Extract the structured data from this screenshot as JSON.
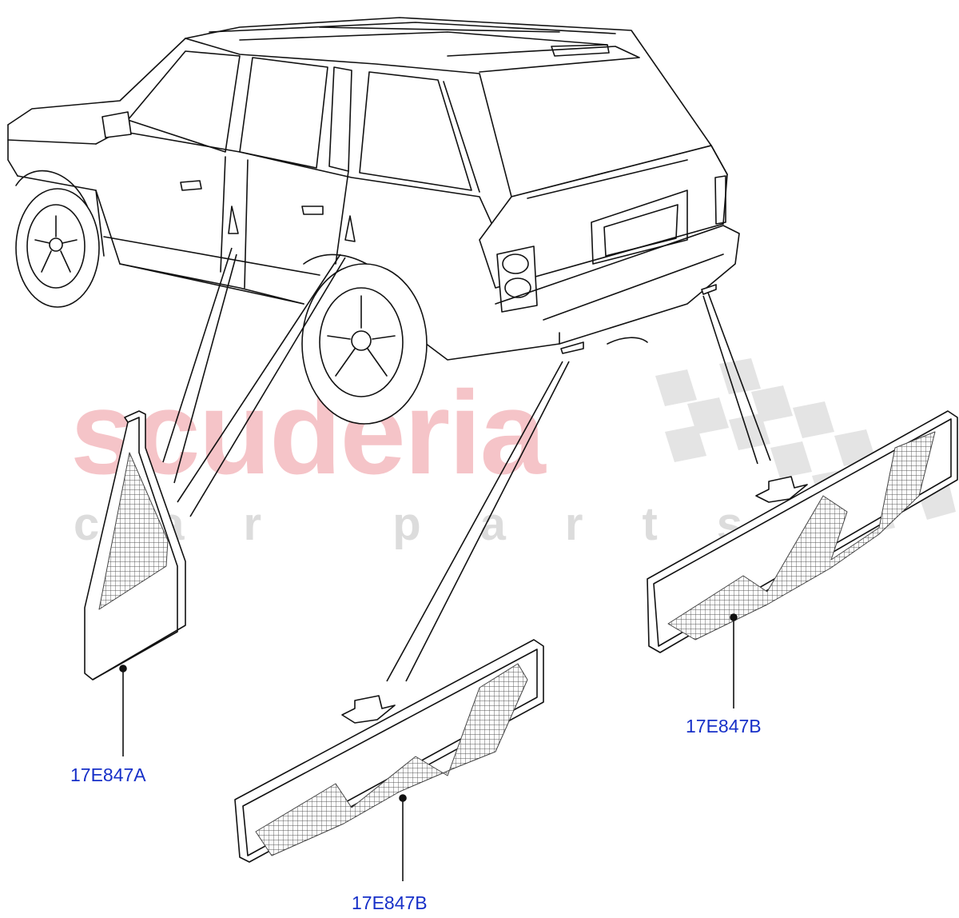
{
  "watermark": {
    "brand": "scuderia",
    "tagline": "car parts"
  },
  "callouts": {
    "part_a": "17E847A",
    "part_b_right": "17E847B",
    "part_b_bottom": "17E847B"
  }
}
